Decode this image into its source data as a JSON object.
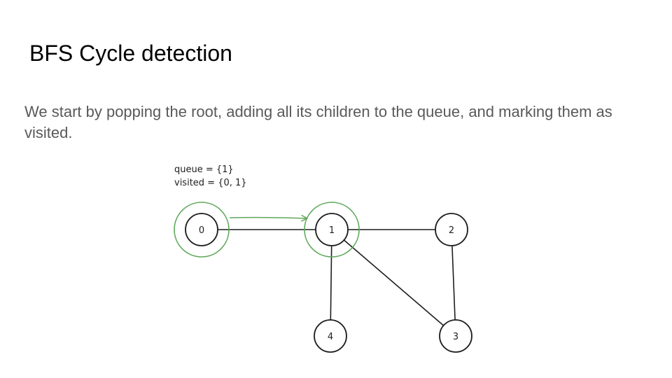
{
  "slide": {
    "title": "BFS Cycle detection",
    "body": "We start by popping the root, adding all its children to the queue, and marking them as visited."
  },
  "diagram": {
    "annotations": {
      "queue": "queue = {1}",
      "visited": "visited = {0, 1}"
    },
    "nodes": [
      {
        "id": "0",
        "label": "0",
        "visited": true
      },
      {
        "id": "1",
        "label": "1",
        "visited": true
      },
      {
        "id": "2",
        "label": "2",
        "visited": false
      },
      {
        "id": "3",
        "label": "3",
        "visited": false
      },
      {
        "id": "4",
        "label": "4",
        "visited": false
      }
    ],
    "edges": [
      {
        "from": "0",
        "to": "1"
      },
      {
        "from": "1",
        "to": "2"
      },
      {
        "from": "1",
        "to": "4"
      },
      {
        "from": "1",
        "to": "3"
      },
      {
        "from": "2",
        "to": "3"
      }
    ],
    "traversal": [
      {
        "from": "0",
        "to": "1"
      }
    ],
    "colors": {
      "visited_ring": "#5fa85b",
      "arrow": "#5fa85b",
      "edge": "#1e1e1e",
      "node_stroke": "#1e1e1e"
    }
  }
}
